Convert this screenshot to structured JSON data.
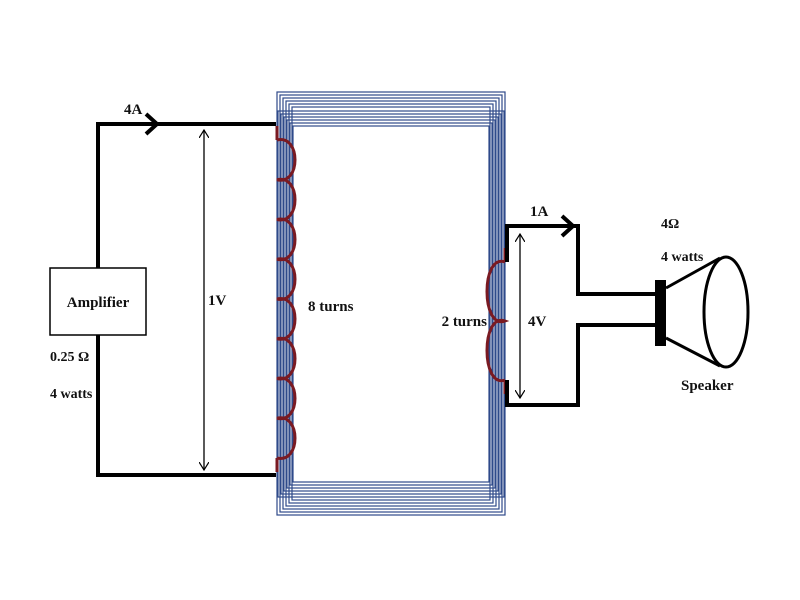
{
  "colors": {
    "wire": "#000000",
    "core": "#2f4a8a",
    "coil": "#7a1a22",
    "background": "#ffffff"
  },
  "primary": {
    "current": "4A",
    "voltage": "1V",
    "turns": "8 turns",
    "coil_loops": 8
  },
  "secondary": {
    "current": "1A",
    "voltage": "4V",
    "turns": "2 turns",
    "coil_loops": 2
  },
  "amplifier": {
    "label": "Amplifier",
    "impedance": "0.25 Ω",
    "power": "4 watts"
  },
  "speaker": {
    "label": "Speaker",
    "impedance": "4Ω",
    "power": "4 watts"
  },
  "icons": {
    "speaker": "speaker-icon",
    "current_arrow": "current-arrow-icon",
    "voltage_arrow": "voltage-double-arrow-icon"
  }
}
